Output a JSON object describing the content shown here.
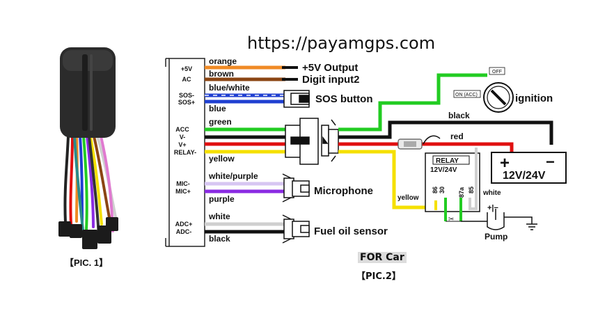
{
  "header": {
    "url": "https://payamgps.com"
  },
  "device_caption": "【PIC. 1】",
  "diagram_caption": {
    "for_car": "FOR Car",
    "pic": "【PIC.2】"
  },
  "connector_pins": [
    "+5V",
    "AC",
    "SOS-",
    "SOS+",
    "ACC",
    "V-",
    "V+",
    "RELAY-",
    "MIC-",
    "MIC+",
    "ADC+",
    "ADC-"
  ],
  "wire_labels": {
    "orange": "orange",
    "brown": "brown",
    "blue_white": "blue/white",
    "blue": "blue",
    "green": "green",
    "yellow": "yellow",
    "white_purple": "white/purple",
    "purple": "purple",
    "white": "white",
    "black": "black"
  },
  "components": {
    "output_5v": "+5V Output",
    "digit_input": "Digit input2",
    "sos": "SOS button",
    "ignition": "ignition",
    "ignition_off": "OFF",
    "ignition_on": "ON (ACC)",
    "microphone": "Microphone",
    "fuel": "Fuel oil sensor",
    "battery": "12V/24V",
    "battery_plus": "+",
    "battery_minus": "−",
    "relay_title": "RELAY",
    "relay_volt": "12V/24V",
    "relay_pins": [
      "30",
      "86",
      "87a",
      "85"
    ],
    "pump": "Pump",
    "pump_pm": "+|−"
  },
  "right_wire_labels": {
    "black": "black",
    "red": "red",
    "yellow": "yellow",
    "white": "white"
  },
  "colors": {
    "orange": "#f08a24",
    "brown": "#8b4513",
    "blue": "#1f3fd1",
    "green": "#22cc22",
    "red": "#e01010",
    "yellow": "#f5e000",
    "purple": "#8a2be2",
    "lavender": "#d7c6f2",
    "white_wire": "#cfcfcf",
    "black": "#111111"
  }
}
